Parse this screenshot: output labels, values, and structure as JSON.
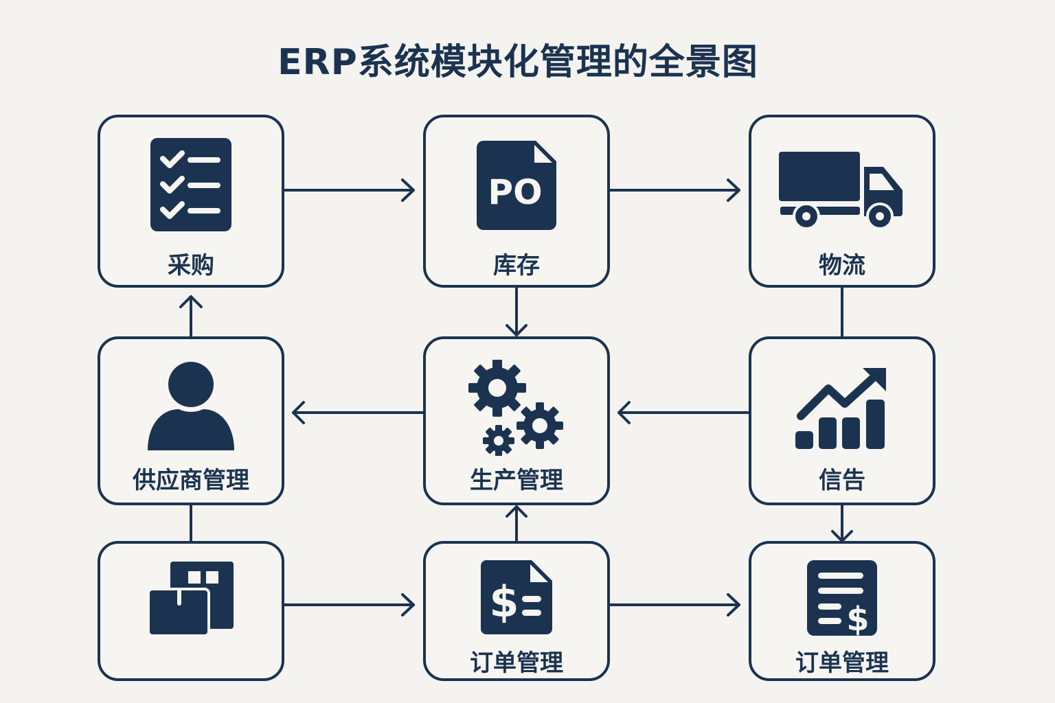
{
  "title": "ERP系统模块化管理的全景图",
  "colors": {
    "primary": "#1b3350",
    "background": "#f4f3ef",
    "node_fill": "#f6f5f2"
  },
  "nodes": [
    {
      "id": "procurement",
      "label": "采购",
      "icon": "checklist-icon"
    },
    {
      "id": "inventory",
      "label": "库存",
      "icon": "po-document-icon",
      "icon_text": "PO"
    },
    {
      "id": "logistics",
      "label": "物流",
      "icon": "truck-icon"
    },
    {
      "id": "supplier",
      "label": "供应商管理",
      "icon": "user-icon"
    },
    {
      "id": "production",
      "label": "生产管理",
      "icon": "gears-icon"
    },
    {
      "id": "sales",
      "label": "信告",
      "icon": "growth-chart-icon"
    },
    {
      "id": "boxes",
      "label": "",
      "icon": "boxes-icon"
    },
    {
      "id": "order1",
      "label": "订单管理",
      "icon": "invoice-dollar-icon",
      "icon_text": "$"
    },
    {
      "id": "order2",
      "label": "订单管理",
      "icon": "bill-dollar-icon",
      "icon_text": "$"
    }
  ],
  "edges": [
    {
      "from": "procurement",
      "to": "inventory",
      "arrow": "forward"
    },
    {
      "from": "inventory",
      "to": "logistics",
      "arrow": "forward"
    },
    {
      "from": "inventory",
      "to": "production",
      "arrow": "forward"
    },
    {
      "from": "logistics",
      "to": "sales",
      "arrow": "none"
    },
    {
      "from": "supplier",
      "to": "procurement",
      "arrow": "forward"
    },
    {
      "from": "production",
      "to": "supplier",
      "arrow": "forward"
    },
    {
      "from": "sales",
      "to": "production",
      "arrow": "forward"
    },
    {
      "from": "sales",
      "to": "order2",
      "arrow": "forward"
    },
    {
      "from": "supplier",
      "to": "boxes",
      "arrow": "none"
    },
    {
      "from": "order1",
      "to": "production",
      "arrow": "forward"
    },
    {
      "from": "boxes",
      "to": "order1",
      "arrow": "forward"
    },
    {
      "from": "order1",
      "to": "order2",
      "arrow": "forward"
    }
  ]
}
